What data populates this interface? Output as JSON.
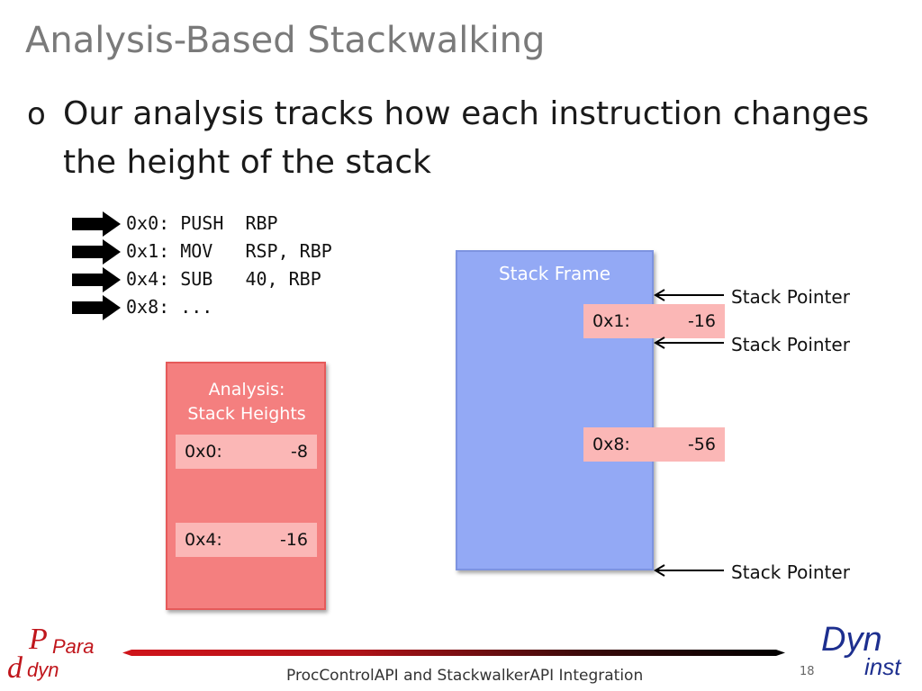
{
  "slide": {
    "title": "Analysis-Based Stackwalking",
    "bullet_marker": "o",
    "bullet_text": "Our analysis tracks how each instruction changes the height of the stack"
  },
  "code": [
    "0x0: PUSH  RBP",
    "0x1: MOV   RSP, RBP",
    "0x4: SUB   40, RBP",
    "0x8: ..."
  ],
  "analysis": {
    "title_line1": "Analysis:",
    "title_line2": "Stack Heights",
    "entries": [
      {
        "addr": "0x0:",
        "value": "-8"
      },
      {
        "addr": "0x4:",
        "value": "-16"
      }
    ]
  },
  "stack_frame": {
    "title": "Stack Frame",
    "entries": [
      {
        "addr": "0x1:",
        "value": "-16"
      },
      {
        "addr": "0x8:",
        "value": "-56"
      }
    ]
  },
  "stack_pointer_labels": [
    "Stack Pointer",
    "Stack Pointer",
    "Stack Pointer"
  ],
  "footer": {
    "text": "ProcControlAPI and StackwalkerAPI Integration",
    "page_number": "18",
    "logo_left_top": "Para",
    "logo_left_bottom": "dyn",
    "logo_right_top": "Dyn",
    "logo_right_bottom": "inst"
  },
  "colors": {
    "analysis_box": "#f47f7f",
    "analysis_entry": "#fbb7b6",
    "stack_frame": "#93a9f5",
    "logo_red": "#c0161c",
    "logo_blue": "#1d2f8f"
  }
}
